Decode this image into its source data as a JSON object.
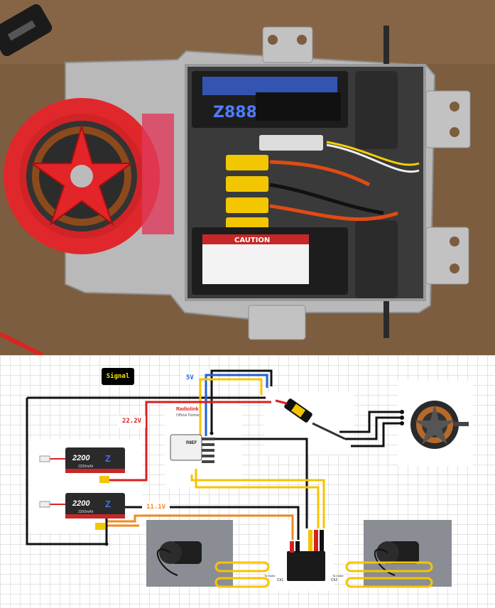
{
  "labels": {
    "signal": "Signal",
    "v5": "5V",
    "v222": "22.2V",
    "v111": "11.1V"
  },
  "battery": {
    "brand": "2200",
    "logo": "Z",
    "capacity_text": "2200mAh"
  },
  "photo_battery_label": "Z888",
  "receiver": {
    "brand": "Radiolink",
    "subtitle": "Official Partner",
    "model": "R8EF"
  },
  "caution_label": "CAUTION",
  "motor_driver": {
    "ch1": "Ch1",
    "ch2": "Ch2",
    "to_motor_left": "To motor",
    "to_motor_right": "To motor"
  },
  "colors": {
    "signal_wire": "#f5c400",
    "v5_wire": "#1f5fd8",
    "v222_wire": "#d91f1f",
    "v111_wire": "#f08a1e",
    "ground_wire": "#111111",
    "wheel": "#e8282c"
  }
}
